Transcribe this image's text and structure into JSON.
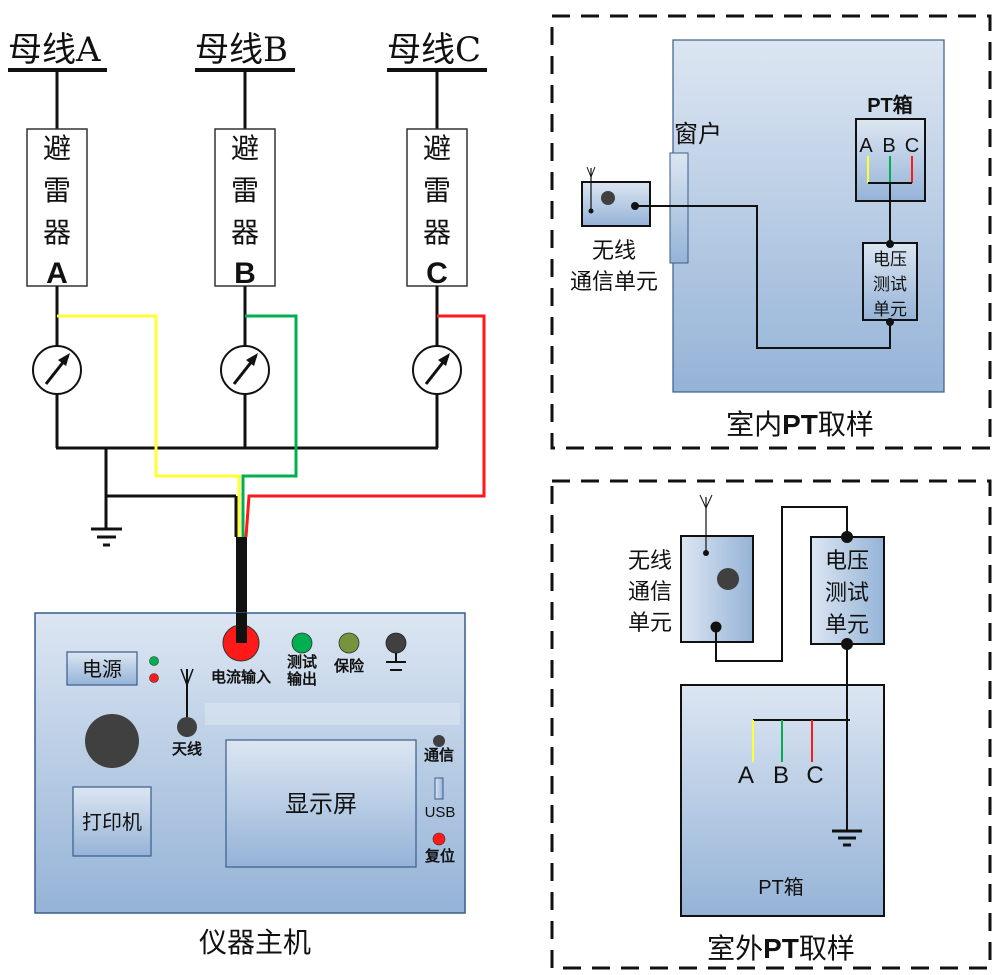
{
  "left": {
    "buses": [
      {
        "label": "母线A"
      },
      {
        "label": "母线B"
      },
      {
        "label": "母线C"
      }
    ],
    "arresters": [
      {
        "chars": [
          "避",
          "雷",
          "器"
        ],
        "phase": "A"
      },
      {
        "chars": [
          "避",
          "雷",
          "器"
        ],
        "phase": "B"
      },
      {
        "chars": [
          "避",
          "雷",
          "器"
        ],
        "phase": "C"
      }
    ],
    "meters": [
      "ammeter-icon",
      "ammeter-icon",
      "ammeter-icon"
    ],
    "wire_colors": {
      "A": "#ffff33",
      "B": "#00b050",
      "C": "#ff1a1a",
      "ground": "#111111"
    },
    "instrument": {
      "title": "仪器主机",
      "power_label": "电源",
      "current_input_label": "电流输入",
      "test_output_label": [
        "测试",
        "输出"
      ],
      "fuse_label": "保险",
      "antenna_label": "天线",
      "printer_label": "打印机",
      "display_label": "显示屏",
      "comm_label": "通信",
      "usb_label": "USB",
      "reset_label": "复位",
      "colors": {
        "panel_top": "#dce6f2",
        "panel_bottom": "#95b3d7",
        "border": "#385d8a",
        "led_green": "#00b050",
        "led_red": "#ff1a1a",
        "fuse": "#77933c",
        "knob": "#404040"
      }
    }
  },
  "indoor": {
    "title_prefix": "室内",
    "title_bold": "PT",
    "title_suffix": "取样",
    "window_label": "窗户",
    "pt_box_label": "PT箱",
    "phases": [
      "A",
      "B",
      "C"
    ],
    "wireless_unit_label": [
      "无线",
      "通信单元"
    ],
    "voltage_unit_label": [
      "电压",
      "测试",
      "单元"
    ]
  },
  "outdoor": {
    "title_prefix": "室外",
    "title_bold": "PT",
    "title_suffix": "取样",
    "wireless_unit_label": [
      "无线",
      "通信",
      "单元"
    ],
    "voltage_unit_label": [
      "电压",
      "测试",
      "单元"
    ],
    "phases": [
      "A",
      "B",
      "C"
    ],
    "pt_box_label": "PT箱"
  }
}
